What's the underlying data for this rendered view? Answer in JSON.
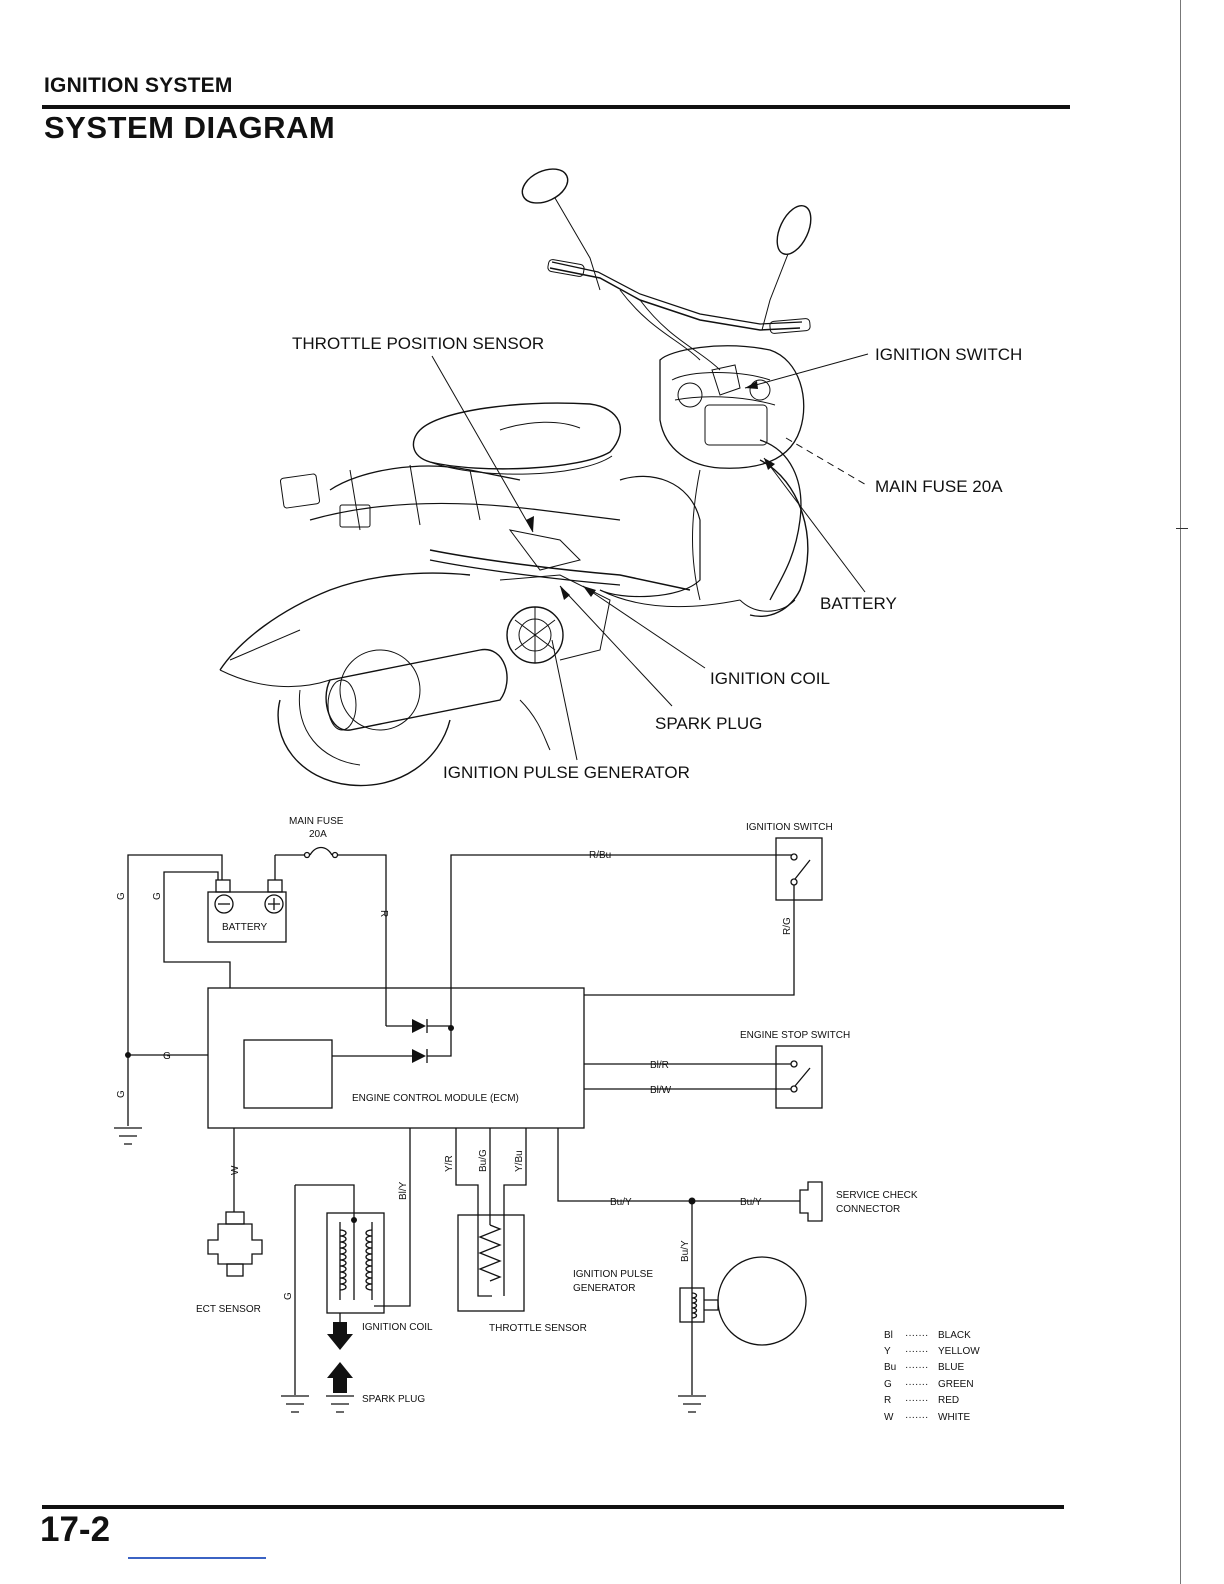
{
  "header": {
    "section": "IGNITION SYSTEM",
    "title": "SYSTEM DIAGRAM"
  },
  "illustration": {
    "labels": {
      "throttle_position_sensor": "THROTTLE POSITION SENSOR",
      "ignition_switch": "IGNITION SWITCH",
      "main_fuse": "MAIN FUSE 20A",
      "battery": "BATTERY",
      "ignition_coil": "IGNITION COIL",
      "spark_plug": "SPARK PLUG",
      "ignition_pulse_generator": "IGNITION PULSE GENERATOR"
    }
  },
  "schematic": {
    "main_fuse_line1": "MAIN FUSE",
    "main_fuse_line2": "20A",
    "battery": "BATTERY",
    "ignition_switch": "IGNITION SWITCH",
    "engine_stop_switch": "ENGINE STOP SWITCH",
    "ecm": "ENGINE CONTROL MODULE (ECM)",
    "service_check_line1": "SERVICE CHECK",
    "service_check_line2": "CONNECTOR",
    "ipg_line1": "IGNITION PULSE",
    "ipg_line2": "GENERATOR",
    "ect_sensor": "ECT SENSOR",
    "ignition_coil": "IGNITION COIL",
    "throttle_sensor": "THROTTLE SENSOR",
    "spark_plug": "SPARK PLUG",
    "wires": {
      "r_bu": "R/Bu",
      "r": "R",
      "g": "G",
      "r_g": "R/G",
      "bl_r": "Bl/R",
      "bl_w": "Bl/W",
      "w": "W",
      "bl_y": "Bl/Y",
      "y_r": "Y/R",
      "bu_g": "Bu/G",
      "y_bu": "Y/Bu",
      "bu_y": "Bu/Y"
    }
  },
  "legend": [
    {
      "code": "Bl",
      "color": "BLACK"
    },
    {
      "code": "Y",
      "color": "YELLOW"
    },
    {
      "code": "Bu",
      "color": "BLUE"
    },
    {
      "code": "G",
      "color": "GREEN"
    },
    {
      "code": "R",
      "color": "RED"
    },
    {
      "code": "W",
      "color": "WHITE"
    }
  ],
  "footer": {
    "page_number": "17-2"
  }
}
